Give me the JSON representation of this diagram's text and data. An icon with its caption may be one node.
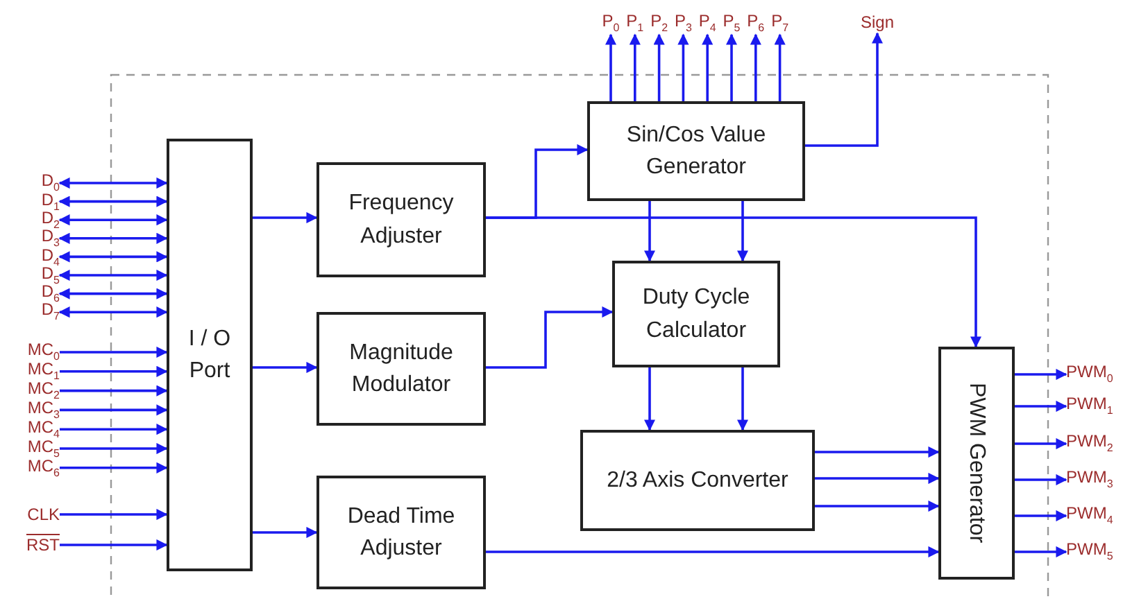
{
  "diagram": {
    "nodes": [
      {
        "text": [
          "I / O Port"
        ]
      },
      {
        "text": [
          "Frequency Adjuster"
        ]
      },
      {
        "text": [
          "Magnitude Modulator"
        ]
      },
      {
        "text": [
          "Dead Time Adjuster"
        ]
      },
      {
        "text": [
          "Sin/Cos Value Generator"
        ]
      },
      {
        "text": [
          "Duty Cycle Calculator"
        ]
      },
      {
        "text": [
          "2/3 Axis Converter"
        ]
      },
      {
        "text": [
          "PWM Generator"
        ]
      },
      {
        "text": [
          "D$_{0}$"
        ]
      },
      {
        "text": [
          "D$_{1}$"
        ]
      },
      {
        "text": [
          "D$_{2}$"
        ]
      },
      {
        "text": [
          "D$_{3}$"
        ]
      },
      {
        "text": [
          "D$_{4}$"
        ]
      },
      {
        "text": [
          "D$_{5}$"
        ]
      },
      {
        "text": [
          "D$_{6}$"
        ]
      },
      {
        "text": [
          "D$_{7}$"
        ]
      },
      {
        "text": [
          "MC$_{0}$"
        ]
      },
      {
        "text": [
          "MC$_{1}$"
        ]
      },
      {
        "text": [
          "MC$_{2}$"
        ]
      },
      {
        "text": [
          "MC$_{3}$"
        ]
      },
      {
        "text": [
          "MC$_{4}$"
        ]
      },
      {
        "text": [
          "MC$_{5}$"
        ]
      },
      {
        "text": [
          "MC$_{6}$"
        ]
      },
      {
        "text": [
          "CLK"
        ]
      },
      {
        "text": [
          "RST"
        ]
      },
      {
        "text": [
          "P$_{0}$"
        ]
      },
      {
        "text": [
          "P$_{1}$"
        ]
      },
      {
        "text": [
          "P$_{2}$"
        ]
      },
      {
        "text": [
          "P$_{3}$"
        ]
      },
      {
        "text": [
          "P$_{4}$"
        ]
      },
      {
        "text": [
          "P$_{5}$"
        ]
      },
      {
        "text": [
          "P$_{6}$"
        ]
      },
      {
        "text": [
          "P$_{7}$"
        ]
      },
      {
        "text": [
          "Sign"
        ]
      },
      {
        "text": [
          "PWM$_{0}$"
        ]
      },
      {
        "text": [
          "PWM$_{1}$"
        ]
      },
      {
        "text": [
          "PWM$_{2}$"
        ]
      },
      {
        "text": [
          "PWM$_{3}$"
        ]
      },
      {
        "text": [
          "PWM$_{4}$"
        ]
      },
      {
        "text": [
          "PWM$_{5}$"
        ]
      }
    ],
    "edges": [
      {
        "from": 8,
        "to": 0,
        "arrow": "both"
      },
      {
        "from": 9,
        "to": 0,
        "arrow": "both"
      },
      {
        "from": 10,
        "to": 0,
        "arrow": "both"
      },
      {
        "from": 11,
        "to": 0,
        "arrow": "both"
      },
      {
        "from": 12,
        "to": 0,
        "arrow": "both"
      },
      {
        "from": 13,
        "to": 0,
        "arrow": "both"
      },
      {
        "from": 14,
        "to": 0,
        "arrow": "both"
      },
      {
        "from": 15,
        "to": 0,
        "arrow": "both"
      },
      {
        "from": 16,
        "to": 0,
        "arrow": "to"
      },
      {
        "from": 17,
        "to": 0,
        "arrow": "to"
      },
      {
        "from": 18,
        "to": 0,
        "arrow": "to"
      },
      {
        "from": 19,
        "to": 0,
        "arrow": "to"
      },
      {
        "from": 20,
        "to": 0,
        "arrow": "to"
      },
      {
        "from": 21,
        "to": 0,
        "arrow": "to"
      },
      {
        "from": 22,
        "to": 0,
        "arrow": "to"
      },
      {
        "from": 23,
        "to": 0,
        "arrow": "to"
      },
      {
        "from": 24,
        "to": 0,
        "arrow": "to"
      },
      {
        "from": 0,
        "to": 1,
        "arrow": "to"
      },
      {
        "from": 0,
        "to": 2,
        "arrow": "to"
      },
      {
        "from": 0,
        "to": 3,
        "arrow": "to"
      },
      {
        "from": 1,
        "to": 4,
        "arrow": "to"
      },
      {
        "from": 1,
        "to": 7,
        "arrow": "to"
      },
      {
        "from": 4,
        "to": 25,
        "arrow": "to"
      },
      {
        "from": 4,
        "to": 26,
        "arrow": "to"
      },
      {
        "from": 4,
        "to": 27,
        "arrow": "to"
      },
      {
        "from": 4,
        "to": 28,
        "arrow": "to"
      },
      {
        "from": 4,
        "to": 29,
        "arrow": "to"
      },
      {
        "from": 4,
        "to": 30,
        "arrow": "to"
      },
      {
        "from": 4,
        "to": 31,
        "arrow": "to"
      },
      {
        "from": 4,
        "to": 32,
        "arrow": "to"
      },
      {
        "from": 4,
        "to": 33,
        "arrow": "to"
      },
      {
        "from": 4,
        "to": 5,
        "arrow": "to"
      },
      {
        "from": 4,
        "to": 5,
        "arrow": "to"
      },
      {
        "from": 2,
        "to": 5,
        "arrow": "to"
      },
      {
        "from": 5,
        "to": 6,
        "arrow": "to"
      },
      {
        "from": 5,
        "to": 6,
        "arrow": "to"
      },
      {
        "from": 6,
        "to": 7,
        "arrow": "to"
      },
      {
        "from": 6,
        "to": 7,
        "arrow": "to"
      },
      {
        "from": 6,
        "to": 7,
        "arrow": "to"
      },
      {
        "from": 3,
        "to": 7,
        "arrow": "to"
      },
      {
        "from": 7,
        "to": 34,
        "arrow": "to"
      },
      {
        "from": 7,
        "to": 35,
        "arrow": "to"
      },
      {
        "from": 7,
        "to": 36,
        "arrow": "to"
      },
      {
        "from": 7,
        "to": 37,
        "arrow": "to"
      },
      {
        "from": 7,
        "to": 38,
        "arrow": "to"
      },
      {
        "from": 7,
        "to": 39,
        "arrow": "to"
      }
    ]
  }
}
